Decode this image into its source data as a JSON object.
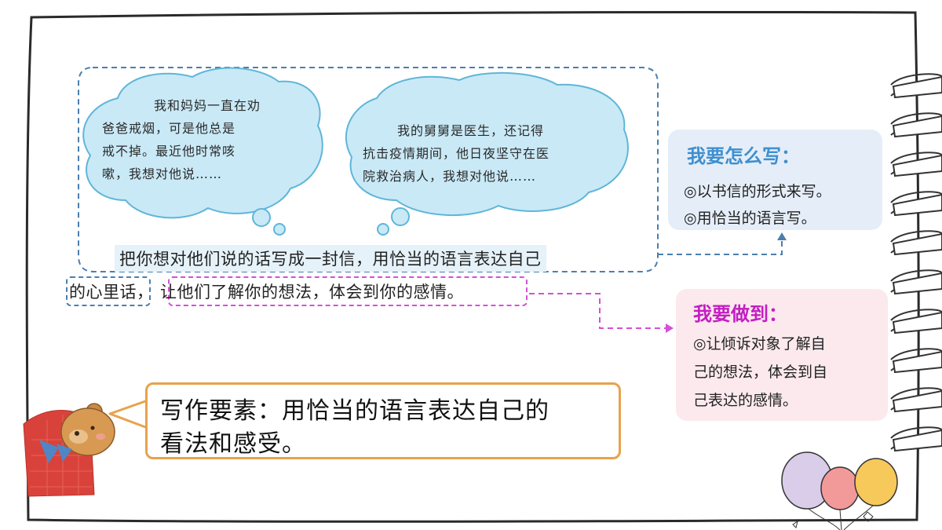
{
  "cloud_left": {
    "lines": [
      "我和妈妈一直在劝",
      "爸爸戒烟，可是他总是",
      "戒不掉。最近他时常咳",
      "嗽，我想对他说……"
    ]
  },
  "cloud_right": {
    "lines": [
      "我的舅舅是医生，还记得",
      "抗击疫情期间，他日夜坚守在医",
      "院救治病人，我想对他说……"
    ]
  },
  "task": {
    "line1": "把你想对他们说的话写成一封信，用恰当的语言表达自己",
    "line2_part1": "的心里话",
    "line2_sep": "，",
    "line2_part2": "让他们了解你的想法，体会到你的感情",
    "line2_end": "。"
  },
  "how_box": {
    "title": "我要怎么写：",
    "items": [
      "◎以书信的形式来写。",
      "◎用恰当的语言写。"
    ]
  },
  "do_box": {
    "title": "我要做到：",
    "lines": [
      "◎让倾诉对象了解自",
      "己的想法，体会到自",
      "己表达的感情。"
    ]
  },
  "element": {
    "line1": "写作要素：用恰当的语言表达自己的",
    "line2": "看法和感受。"
  },
  "colors": {
    "blue_accent": "#3f8fcf",
    "pink_accent": "#c21fc2",
    "cloud_fill": "#c9e9f6",
    "cloud_stroke": "#5fb6d8",
    "orange_border": "#e8a24c"
  }
}
